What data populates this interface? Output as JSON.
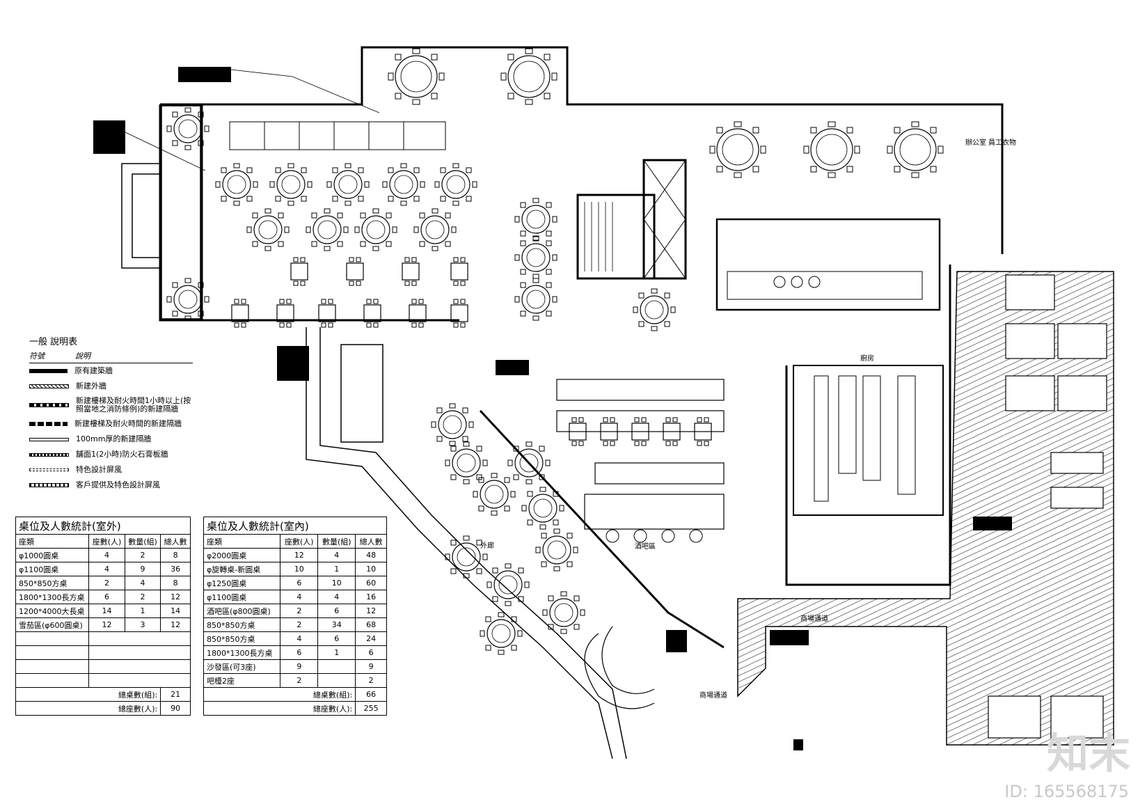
{
  "legend": {
    "title": "一般 說明表",
    "col_symbol": "符號",
    "col_desc": "說明",
    "items": [
      {
        "text": "原有建築牆"
      },
      {
        "text": "新建外牆"
      },
      {
        "text": "新建樓梯及耐火時間1小時以上(按照當地之消防條例)的新建隔牆"
      },
      {
        "text": "新建樓梯及耐火時間的新建隔牆"
      },
      {
        "text": "100mm厚的新建隔牆"
      },
      {
        "text": "舖面1(2小時)防火石膏板牆"
      },
      {
        "text": "特色設計屏風"
      },
      {
        "text": "客戶提供及特色設計屏風"
      }
    ]
  },
  "table_outdoor": {
    "title": "桌位及人數統計(室外)",
    "headers": [
      "座類",
      "座數(人)",
      "數量(組)",
      "總人數"
    ],
    "rows": [
      [
        "φ1000圓桌",
        "4",
        "2",
        "8"
      ],
      [
        "φ1100圓桌",
        "4",
        "9",
        "36"
      ],
      [
        "850*850方桌",
        "2",
        "4",
        "8"
      ],
      [
        "1800*1300長方桌",
        "6",
        "2",
        "12"
      ],
      [
        "1200*4000大長桌",
        "14",
        "1",
        "14"
      ],
      [
        "雪茄區(φ600圓桌)",
        "12",
        "3",
        "12"
      ]
    ],
    "blank_rows": 4,
    "total_tables_label": "總桌數(組):",
    "total_tables": "21",
    "total_seats_label": "總座數(人):",
    "total_seats": "90"
  },
  "table_indoor": {
    "title": "桌位及人數統計(室內)",
    "headers": [
      "座類",
      "座數(人)",
      "數量(組)",
      "總人數"
    ],
    "rows": [
      [
        "φ2000圓桌",
        "12",
        "4",
        "48"
      ],
      [
        "φ旋轉桌-新圓桌",
        "10",
        "1",
        "10"
      ],
      [
        "φ1250圓桌",
        "6",
        "10",
        "60"
      ],
      [
        "φ1100圓桌",
        "4",
        "4",
        "16"
      ],
      [
        "酒吧區(φ800圓桌)",
        "2",
        "6",
        "12"
      ],
      [
        "850*850方桌",
        "2",
        "34",
        "68"
      ],
      [
        "850*850方桌",
        "4",
        "6",
        "24"
      ],
      [
        "1800*1300長方桌",
        "6",
        "1",
        "6"
      ],
      [
        "沙發區(可3座)",
        "9",
        "",
        "9"
      ],
      [
        "吧檯2座",
        "2",
        "",
        "2"
      ]
    ],
    "total_tables_label": "總桌數(組):",
    "total_tables": "66",
    "total_seats_label": "總座數(人):",
    "total_seats": "255"
  },
  "plan_labels": {
    "outdoor": "外廊",
    "bar": "酒吧區",
    "kitchen": "廚房",
    "office": "辦公室",
    "staff": "員工衣物",
    "corridor": "商場通道",
    "lobby": "商場通道"
  },
  "watermark": "知末",
  "id_tag": "ID: 165568175"
}
